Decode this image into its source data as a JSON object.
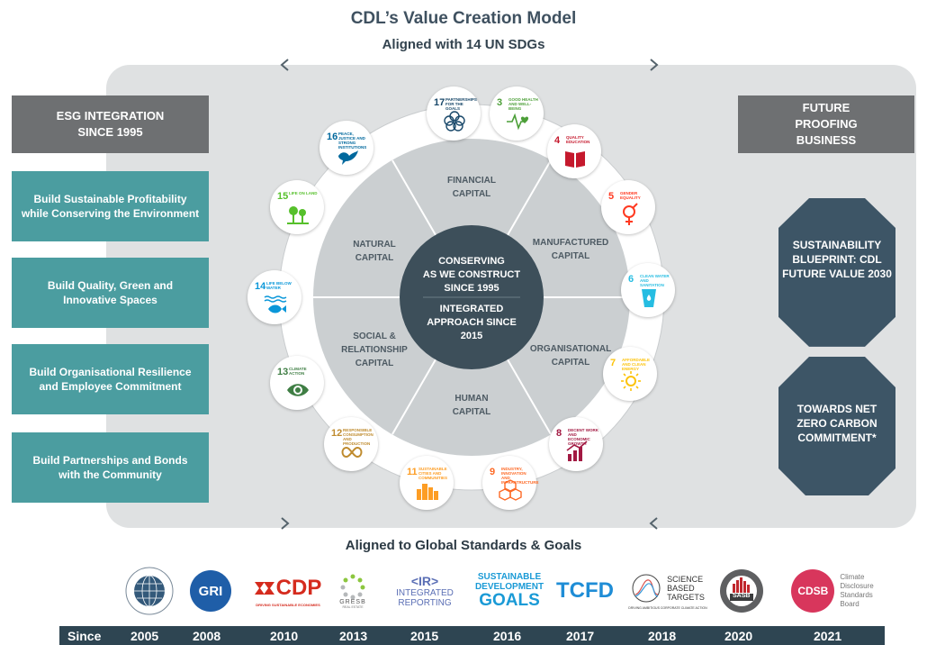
{
  "header": {
    "title": "CDL’s Value Creation Model",
    "subtitle": "Aligned with 14 UN SDGs"
  },
  "left": {
    "heading": "ESG INTEGRATION SINCE 1995",
    "boxes": [
      "Build Sustainable Profitability while Conserving the Environment",
      "Build Quality, Green and Innovative Spaces",
      "Build Organisational Resilience and Employee Commitment",
      "Build Partnerships and Bonds with the Community"
    ]
  },
  "right": {
    "heading": "FUTURE PROOFING BUSINESS",
    "hexagons": [
      "SUSTAINABILITY BLUEPRINT: CDL FUTURE VALUE 2030",
      "TOWARDS NET ZERO CARBON COMMITMENT*"
    ]
  },
  "capitals": {
    "financial": [
      "FINANCIAL",
      "CAPITAL"
    ],
    "manufactured": [
      "MANUFACTURED",
      "CAPITAL"
    ],
    "organisational": [
      "ORGANISATIONAL",
      "CAPITAL"
    ],
    "human": [
      "HUMAN",
      "CAPITAL"
    ],
    "social": [
      "SOCIAL &",
      "RELATIONSHIP",
      "CAPITAL"
    ],
    "natural": [
      "NATURAL",
      "CAPITAL"
    ]
  },
  "center": {
    "line1": [
      "CONSERVING",
      "AS WE CONSTRUCT",
      "SINCE 1995"
    ],
    "line2": [
      "INTEGRATED",
      "APPROACH SINCE",
      "2015"
    ]
  },
  "sdgs": [
    {
      "num": "17",
      "label": "PARTNERSHIPS FOR THE GOALS",
      "color": "#19486a",
      "icon": "flower-icon"
    },
    {
      "num": "3",
      "label": "GOOD HEALTH AND WELL-BEING",
      "color": "#4c9f38",
      "icon": "heartbeat-icon"
    },
    {
      "num": "4",
      "label": "QUALITY EDUCATION",
      "color": "#c5192d",
      "icon": "book-icon"
    },
    {
      "num": "5",
      "label": "GENDER EQUALITY",
      "color": "#ff3a21",
      "icon": "gender-icon"
    },
    {
      "num": "6",
      "label": "CLEAN WATER AND SANITATION",
      "color": "#26bde2",
      "icon": "water-icon"
    },
    {
      "num": "7",
      "label": "AFFORDABLE AND CLEAN ENERGY",
      "color": "#fcc30b",
      "icon": "sun-icon"
    },
    {
      "num": "8",
      "label": "DECENT WORK AND ECONOMIC GROWTH",
      "color": "#a21942",
      "icon": "growth-icon"
    },
    {
      "num": "9",
      "label": "INDUSTRY, INNOVATION AND INFRASTRUCTURE",
      "color": "#fd6925",
      "icon": "cubes-icon"
    },
    {
      "num": "11",
      "label": "SUSTAINABLE CITIES AND COMMUNITIES",
      "color": "#fd9d24",
      "icon": "city-icon"
    },
    {
      "num": "12",
      "label": "RESPONSIBLE CONSUMPTION AND PRODUCTION",
      "color": "#bf8b2e",
      "icon": "infinity-icon"
    },
    {
      "num": "13",
      "label": "CLIMATE ACTION",
      "color": "#3f7e44",
      "icon": "eye-icon"
    },
    {
      "num": "14",
      "label": "LIFE BELOW WATER",
      "color": "#0a97d9",
      "icon": "fish-icon"
    },
    {
      "num": "15",
      "label": "LIFE ON LAND",
      "color": "#56c02b",
      "icon": "tree-icon"
    },
    {
      "num": "16",
      "label": "PEACE, JUSTICE AND STRONG INSTITUTIONS",
      "color": "#00689d",
      "icon": "dove-icon"
    }
  ],
  "standards": {
    "title": "Aligned to Global Standards & Goals",
    "logos": {
      "un_global_compact": "UN GLOBAL COMPACT",
      "gri": "GRI",
      "cdp": "CDP",
      "cdp_sub": "DRIVING SUSTAINABLE ECONOMIES",
      "gresb": "GRESB",
      "gresb_sub": "REAL ESTATE",
      "ir": "<IR>",
      "ir_line1": "INTEGRATED",
      "ir_line2": "REPORTING",
      "sdg_line1": "SUSTAINABLE",
      "sdg_line2": "DEVELOPMENT",
      "sdg_line3": "GOALS",
      "tcfd": "TCFD",
      "sbt_line1": "SCIENCE",
      "sbt_line2": "BASED",
      "sbt_line3": "TARGETS",
      "sbt_sub": "DRIVING AMBITIOUS CORPORATE CLIMATE ACTION",
      "sasb": "SASB",
      "cdsb": "CDSB",
      "cdsb_line1": "Climate",
      "cdsb_line2": "Disclosure",
      "cdsb_line3": "Standards",
      "cdsb_line4": "Board"
    },
    "since_label": "Since",
    "years": [
      "2005",
      "2008",
      "2010",
      "2013",
      "2015",
      "2016",
      "2017",
      "2018",
      "2020",
      "2021"
    ]
  },
  "colors": {
    "panel": "#dfe1e2",
    "gray_box": "#6e7072",
    "teal_box": "#4b9da0",
    "hexagon": "#3d5566",
    "center": "#3d4f5a",
    "year_bar": "#2e4552"
  }
}
